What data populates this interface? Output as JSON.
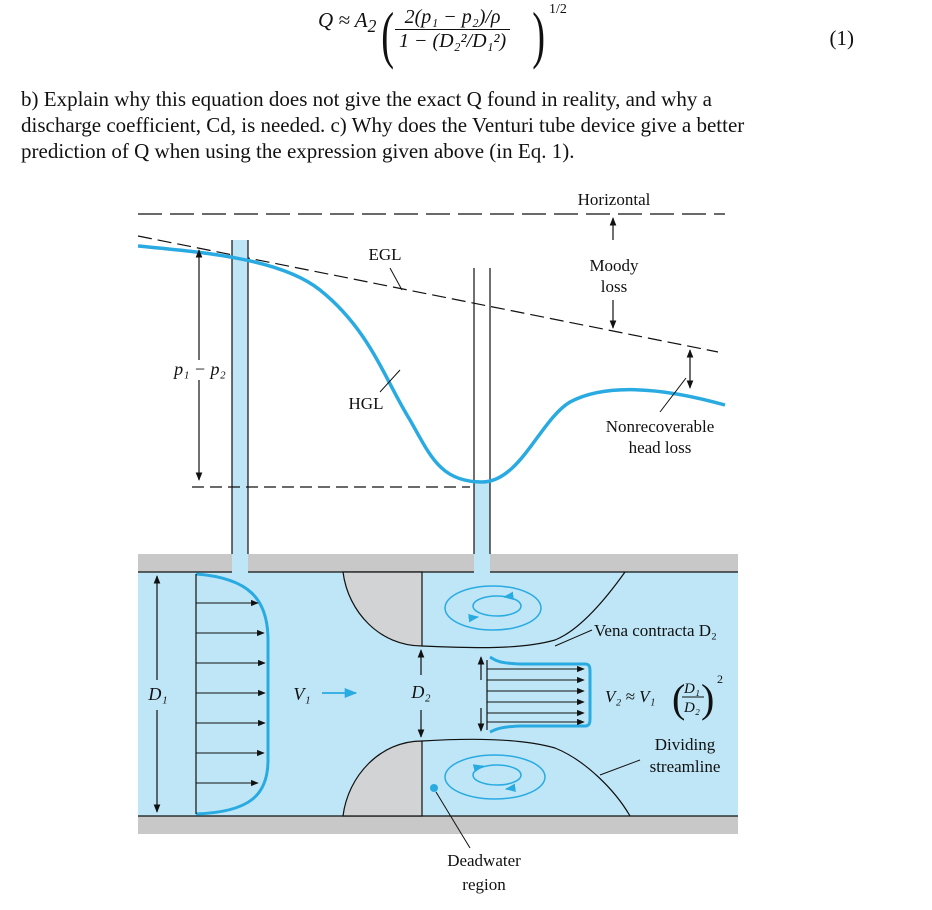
{
  "equation": {
    "lhs": "Q ≈ A",
    "lhs_sub": "2",
    "numerator": "2(p₁ − p₂)/ρ",
    "denominator": "1 − (D₂²/D₁²)",
    "exponent": "1/2",
    "number": "(1)"
  },
  "question": {
    "line1": "b) Explain why this equation does not give the exact Q found in reality, and why a",
    "line2": "discharge coefficient, Cd, is needed.  c) Why does the Venturi tube device give a better",
    "line3": "prediction of Q when using the expression given above (in Eq. 1)."
  },
  "figure": {
    "labels": {
      "horizontal": "Horizontal",
      "egl": "EGL",
      "hgl": "HGL",
      "moody_line1": "Moody",
      "moody_line2": "loss",
      "p_diff": "p₁ − p₂",
      "nonrecoverable_line1": "Nonrecoverable",
      "nonrecoverable_line2": "head loss",
      "vena_contracta": "Vena contracta D₂",
      "d1": "D₁",
      "v1": "V₁",
      "d2": "D₂",
      "v2_eq": "V₂ ≈ V₁",
      "ratio_num": "D₁",
      "ratio_den": "D₂",
      "ratio_exp": "2",
      "dividing_line1": "Dividing",
      "dividing_line2": "streamline",
      "deadwater_line1": "Deadwater",
      "deadwater_line2": "region"
    },
    "colors": {
      "fluid": "#bfe6f7",
      "line_blue": "#29abe2",
      "plate": "#d1d3d4",
      "pipe_wall": "#c8c8c8"
    }
  }
}
